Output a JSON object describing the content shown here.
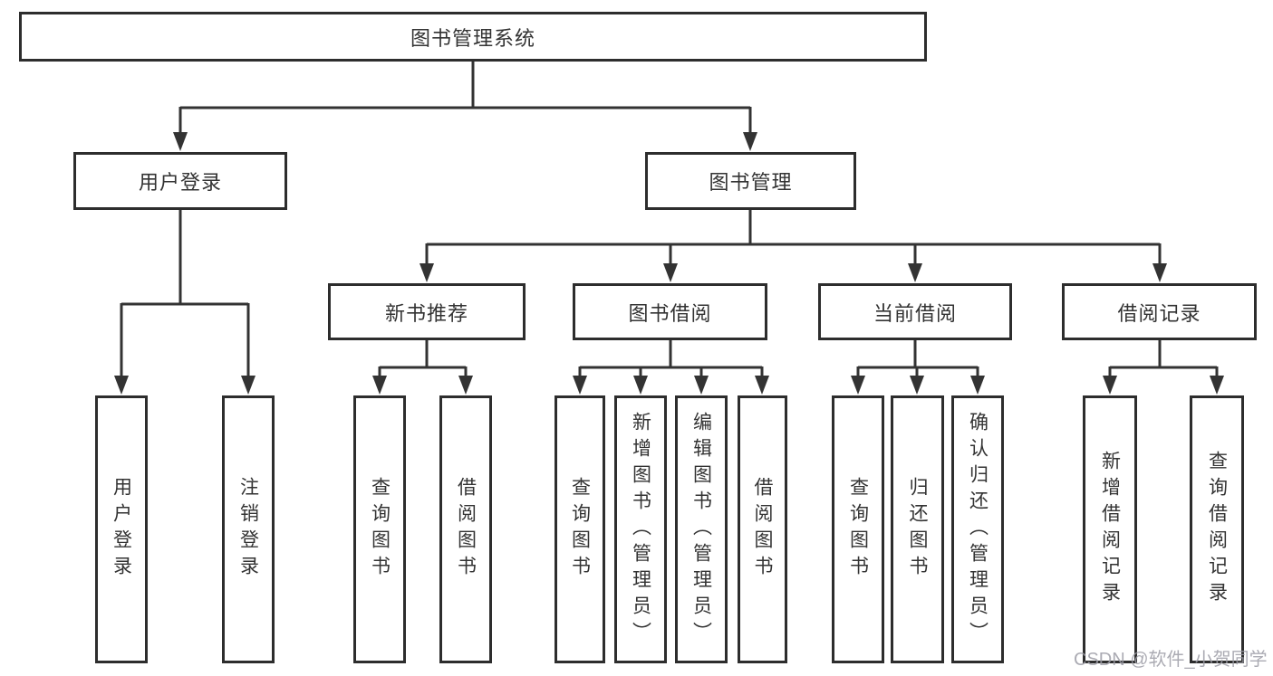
{
  "diagram": {
    "type": "hierarchy-tree",
    "root": {
      "label": "图书管理系统",
      "children": [
        {
          "label": "用户登录",
          "children": [
            {
              "label": "用户登录"
            },
            {
              "label": "注销登录"
            }
          ]
        },
        {
          "label": "图书管理",
          "children": [
            {
              "label": "新书推荐",
              "children": [
                {
                  "label": "查询图书"
                },
                {
                  "label": "借阅图书"
                }
              ]
            },
            {
              "label": "图书借阅",
              "children": [
                {
                  "label": "查询图书"
                },
                {
                  "label": "新增图书（管理员）"
                },
                {
                  "label": "编辑图书（管理员）"
                },
                {
                  "label": "借阅图书"
                }
              ]
            },
            {
              "label": "当前借阅",
              "children": [
                {
                  "label": "查询图书"
                },
                {
                  "label": "归还图书"
                },
                {
                  "label": "确认归还（管理员）"
                }
              ]
            },
            {
              "label": "借阅记录",
              "children": [
                {
                  "label": "新增借阅记录"
                },
                {
                  "label": "查询借阅记录"
                }
              ]
            }
          ]
        }
      ]
    }
  },
  "colors": {
    "line": "#333333",
    "border": "#2d2d2d",
    "box_background": "#ffffff",
    "text": "#333333",
    "watermark": "#9c9ca6"
  },
  "watermark": {
    "text": "CSDN @软件_小贺同学"
  }
}
